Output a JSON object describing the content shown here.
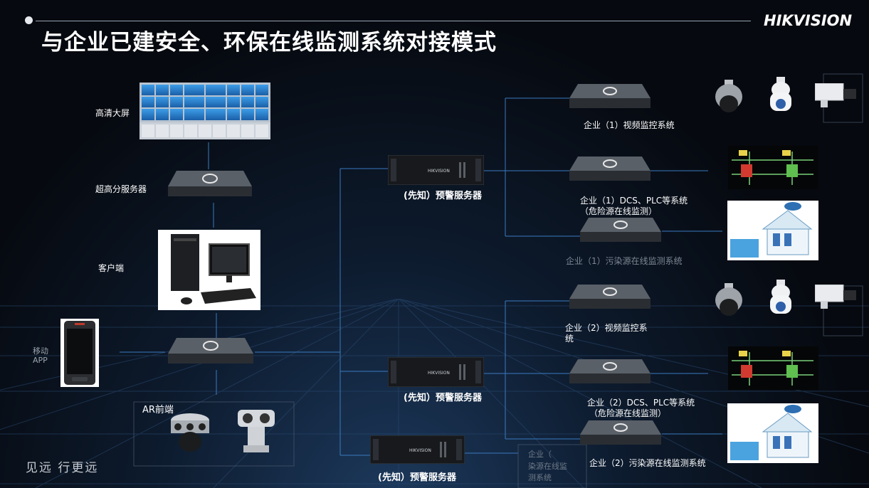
{
  "page": {
    "title": "与企业已建安全、环保在线监测系统对接模式",
    "brand": "HIKVISION",
    "slogan": "见远 行更远"
  },
  "left": {
    "screen_label": "高清大屏",
    "server_label": "超高分服务器",
    "client_label": "客户端",
    "mobile_label": "移动\nAPP",
    "ar_label": "AR前端"
  },
  "warning_servers": [
    {
      "label": "(先知）预警服务器"
    },
    {
      "label": "(先知）预警服务器"
    },
    {
      "label": "(先知）预警服务器"
    }
  ],
  "enterprise_1": {
    "video": "企业（1）视频监控系统",
    "dcs_line1": "企业（1）DCS、PLC等系统",
    "dcs_line2": "（危险源在线监测）",
    "pollution": "企业（1）污染源在线监测系统"
  },
  "enterprise_2": {
    "video_line1": "企业（2）视频监控系",
    "video_line2": "统",
    "dcs_line1": "企业（2）DCS、PLC等系统",
    "dcs_line2": "（危险源在线监测）",
    "pollution": "企业（2）污染源在线监测系统"
  },
  "enterprise_3": {
    "line1": "企业（",
    "line2": "染源在线监",
    "line3": "测系统"
  },
  "colors": {
    "accent_line": "#3a7ac0",
    "text": "#ffffff",
    "screen_blue": "#2f86d6"
  }
}
